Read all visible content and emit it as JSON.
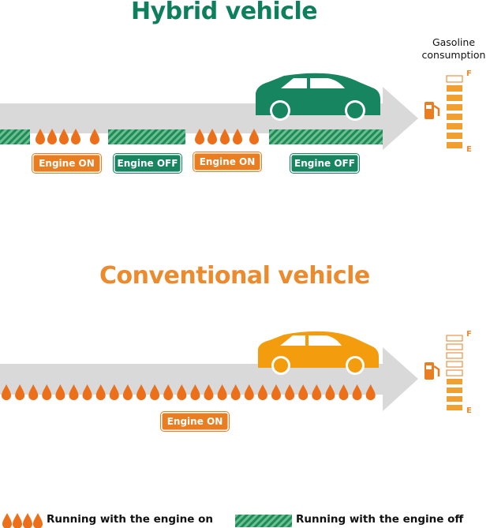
{
  "hybrid": {
    "title": "Hybrid vehicle",
    "badges": [
      "Engine ON",
      "Engine OFF",
      "Engine ON",
      "Engine OFF"
    ],
    "gauge": {
      "label": "Gasoline consumption",
      "full": "F",
      "empty": "E",
      "filled_segments": 7,
      "total_segments": 8
    }
  },
  "conventional": {
    "title": "Conventional vehicle",
    "badge": "Engine ON",
    "gauge": {
      "full": "F",
      "empty": "E",
      "filled_segments": 4,
      "total_segments": 9
    }
  },
  "legend": {
    "engine_on": "Running with the engine on",
    "engine_off": "Running with the engine off"
  },
  "colors": {
    "hybrid_green": "#0e7f5c",
    "conventional_orange": "#ec8a2e",
    "arrow_grey": "#d9d9d9",
    "stripe_green": "#3aa36e"
  }
}
